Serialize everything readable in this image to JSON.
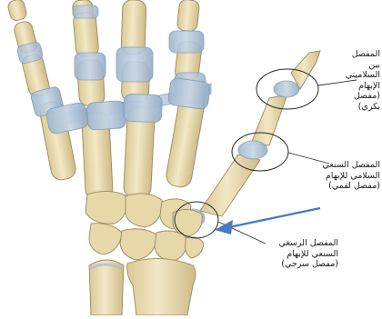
{
  "labels": {
    "ip_joint": {
      "lines": [
        "المفصل",
        "بين",
        "السلاميتي",
        "الإبهام",
        "(مفصل",
        "بكري)"
      ]
    },
    "mcp_joint": {
      "lines": [
        "المفصل السنعي",
        "السلامي للإبهام",
        "(مفصل لقمي)"
      ]
    },
    "cmc_joint": {
      "lines": [
        "المفصل الرسغي",
        "السنعي للإبهام",
        "(مفصل سرجي)"
      ]
    }
  },
  "colors": {
    "bone": "#e9dcb2",
    "bone_shadow": "#c9b886",
    "cartilage": "#a9bfd3",
    "ligament": "#b9cbe0",
    "arrow": "#4a78c2",
    "leader": "#333333"
  }
}
